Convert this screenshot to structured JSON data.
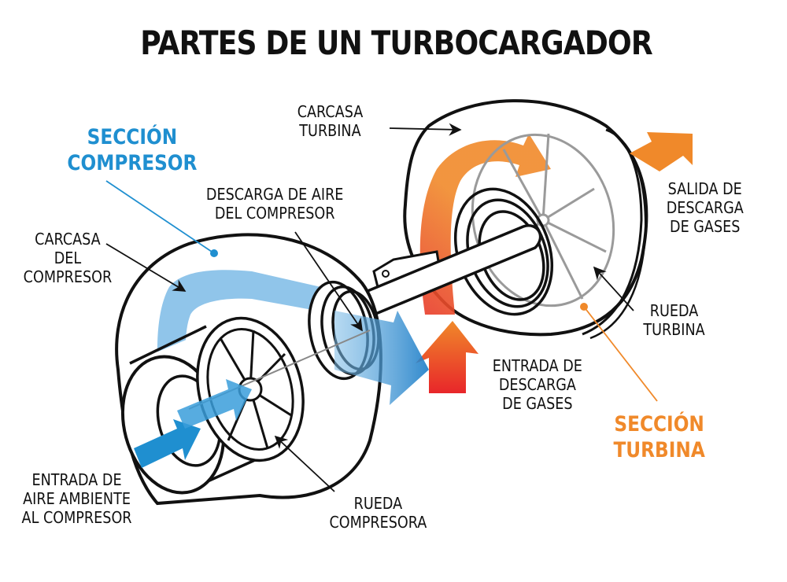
{
  "title": "PARTES DE UN TURBOCARGADOR",
  "colors": {
    "compressor_blue": "#1f8fd0",
    "compressor_flow_light": "#7cbbe6",
    "turbine_orange": "#f0892a",
    "turbine_red": "#e8352a",
    "outline": "#111111",
    "turbine_wheel_grey": "#9a9a9a"
  },
  "sections": {
    "compressor": {
      "lines": [
        "SECCIÓN",
        "COMPRESOR"
      ]
    },
    "turbine": {
      "lines": [
        "SECCIÓN",
        "TURBINA"
      ]
    }
  },
  "labels": {
    "compressor_housing": {
      "lines": [
        "CARCASA",
        "DEL",
        "COMPRESOR"
      ]
    },
    "compressor_air_discharge": {
      "lines": [
        "DESCARGA DE AIRE",
        "DEL COMPRESOR"
      ]
    },
    "turbine_housing": {
      "lines": [
        "CARCASA",
        "TURBINA"
      ]
    },
    "exhaust_outlet": {
      "lines": [
        "SALIDA DE",
        "DESCARGA",
        "DE GASES"
      ]
    },
    "turbine_wheel": {
      "lines": [
        "RUEDA",
        "TURBINA"
      ]
    },
    "exhaust_inlet": {
      "lines": [
        "ENTRADA DE",
        "DESCARGA",
        "DE GASES"
      ]
    },
    "ambient_air_inlet": {
      "lines": [
        "ENTRADA DE",
        "AIRE AMBIENTE",
        "AL COMPRESOR"
      ]
    },
    "compressor_wheel": {
      "lines": [
        "RUEDA",
        "COMPRESORA"
      ]
    }
  },
  "icons": {
    "air_inlet_arrow": "arrow-right-icon",
    "air_discharge_arrow": "arrow-down-right-icon",
    "exhaust_inlet_arrow": "arrow-up-icon",
    "exhaust_outlet_arrow": "arrow-up-right-icon"
  }
}
